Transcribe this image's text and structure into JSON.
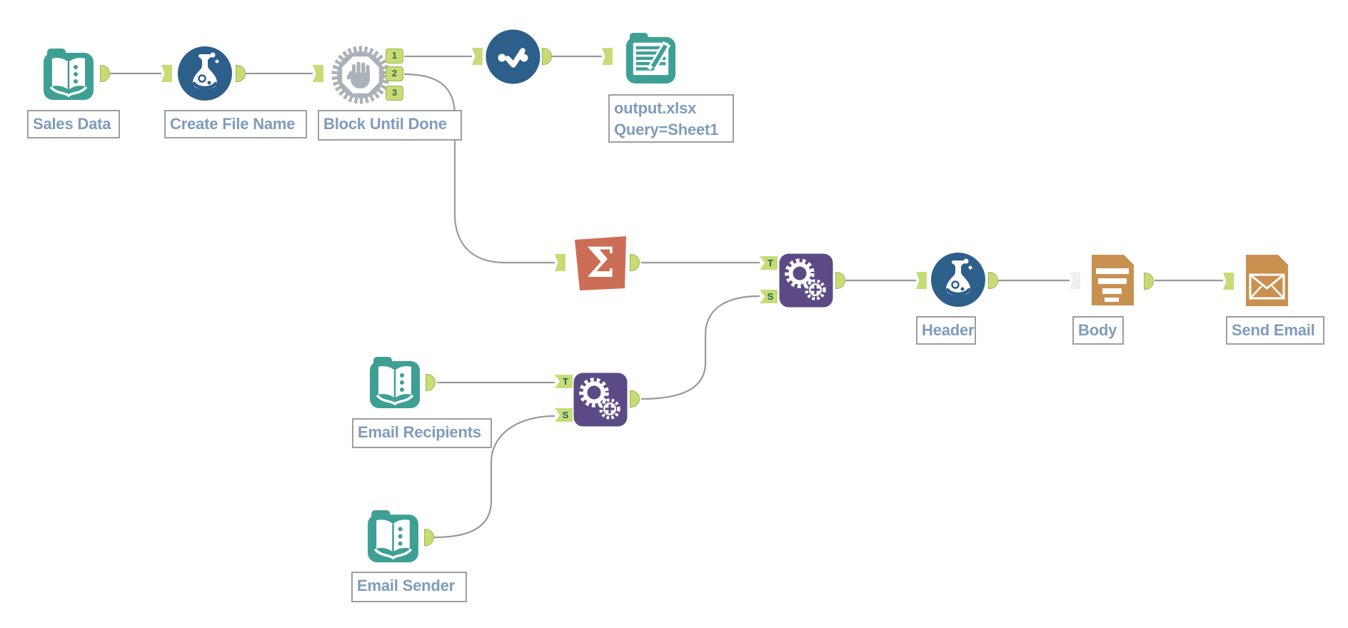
{
  "workflow": {
    "tools": {
      "sales_data": {
        "label": "Sales Data"
      },
      "create_file_name": {
        "label": "Create File Name"
      },
      "block_until_done": {
        "label": "Block Until Done",
        "output_anchors": [
          "1",
          "2",
          "3"
        ]
      },
      "output_data": {
        "label_line1": "output.xlsx",
        "label_line2": "Query=Sheet1"
      },
      "append_upper": {
        "input_anchors": [
          "T",
          "S"
        ]
      },
      "header": {
        "label": "Header"
      },
      "body": {
        "label": "Body"
      },
      "send_email": {
        "label": "Send Email"
      },
      "email_recipients": {
        "label": "Email Recipients"
      },
      "append_lower": {
        "input_anchors": [
          "T",
          "S"
        ]
      },
      "email_sender": {
        "label": "Email Sender"
      }
    },
    "icons": {
      "summarize_glyph": "Σ"
    },
    "colors": {
      "teal": "#3EA094",
      "blue": "#2D5F8B",
      "purple": "#5C4A86",
      "salmon": "#CC6E55",
      "tan": "#C89150",
      "tool_gray": "#A9B2B9",
      "anchor_green": "#C6DD76",
      "anchor_green_border": "#9CB74F",
      "wire_gray": "#9A9A9A",
      "label_text": "#7E9CBB",
      "label_border": "#9E9E9E"
    }
  }
}
